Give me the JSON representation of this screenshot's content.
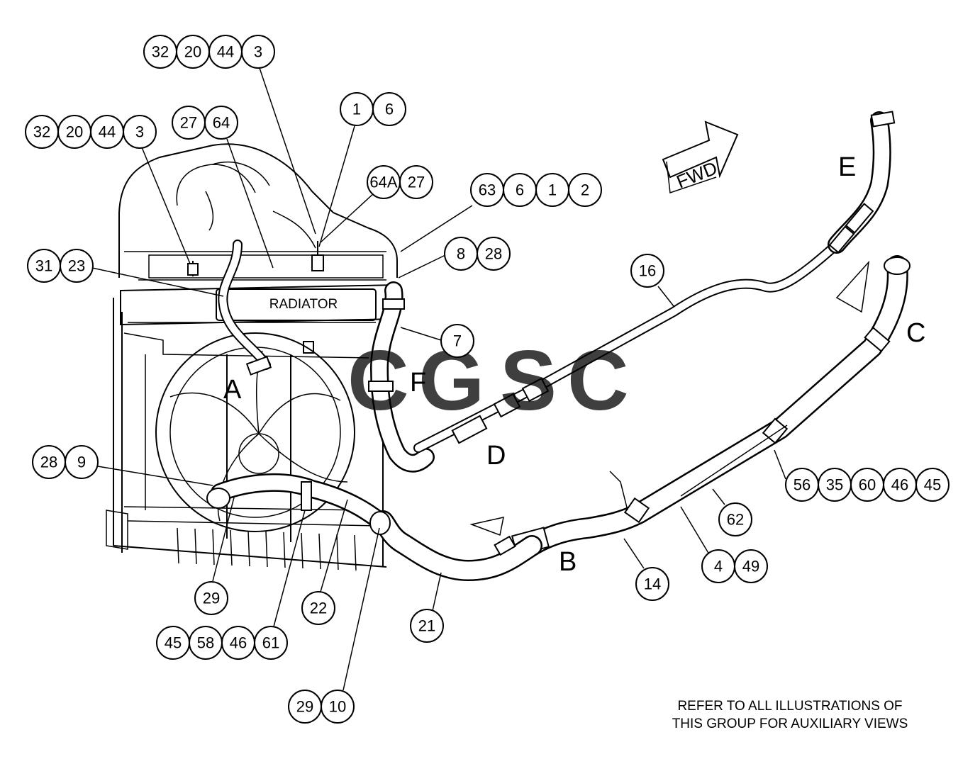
{
  "diagram": {
    "radiator_label": "RADIATOR",
    "fwd_label": "FWD",
    "note": {
      "line1": "REFER TO ALL ILLUSTRATIONS OF",
      "line2": "THIS GROUP FOR AUXILIARY VIEWS"
    },
    "view_letters": {
      "a": "A",
      "b": "B",
      "c": "C",
      "d": "D",
      "e": "E",
      "f": "F"
    },
    "callouts": {
      "g1": [
        "32",
        "20",
        "44",
        "3"
      ],
      "g2": [
        "32",
        "20",
        "44",
        "3"
      ],
      "g3": [
        "27",
        "64"
      ],
      "g4": [
        "1",
        "6"
      ],
      "g5": [
        "64A",
        "27"
      ],
      "g6": [
        "63",
        "6",
        "1",
        "2"
      ],
      "g7": [
        "8",
        "28"
      ],
      "g8": [
        "31",
        "23"
      ],
      "g9": [
        "16"
      ],
      "g10": [
        "7"
      ],
      "g11": [
        "28",
        "9"
      ],
      "g12": [
        "56",
        "35",
        "60",
        "46",
        "45"
      ],
      "g13": [
        "62"
      ],
      "g14": [
        "4",
        "49"
      ],
      "g15": [
        "14"
      ],
      "g16": [
        "29"
      ],
      "g17": [
        "22"
      ],
      "g18": [
        "21"
      ],
      "g19": [
        "45",
        "58",
        "46",
        "61"
      ],
      "g20": [
        "29",
        "10"
      ]
    }
  },
  "watermark": {
    "letters": [
      "C",
      "G",
      "S",
      "C"
    ],
    "colors": [
      "#4a8ef0",
      "#f07a74",
      "#f3cf48",
      "#5fb88a"
    ]
  }
}
